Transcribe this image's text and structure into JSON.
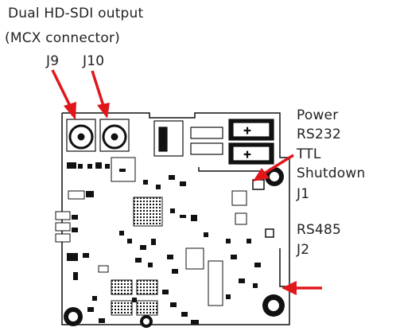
{
  "labels": {
    "title_line1": "Dual HD-SDI output",
    "title_line2": "(MCX connector)",
    "connector_j9": "J9",
    "connector_j10": "J10",
    "power": "Power",
    "rs232": "RS232",
    "ttl": "TTL",
    "shutdown": "Shutdown",
    "j1": "J1",
    "rs485": "RS485",
    "j2": "J2"
  },
  "colors": {
    "arrow": "#e0161b",
    "board_line": "#111111",
    "text": "#222222"
  }
}
